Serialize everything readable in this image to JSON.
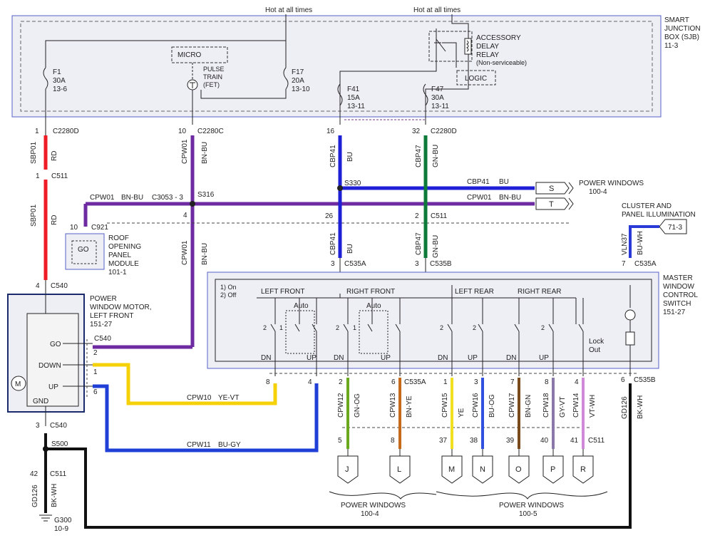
{
  "colors": {
    "RD": "#ee1c25",
    "BU": "#1f1fd6",
    "GN_BU": "#0d7a3a",
    "BN_BU": "#6e2aa0",
    "YE_VT": "#f5d10a",
    "BU_GY": "#1f3fd6",
    "BK_WH": "#111111",
    "GN_OG": "#6aa81e",
    "BN_YE": "#c46a1a",
    "YE": "#f0e020",
    "BU_OG": "#3050e0",
    "BN_GN": "#7a4a1c",
    "GY_VT": "#8a78a8",
    "VT_WH": "#d088d8",
    "BU_WH": "#2a3ad6",
    "box_border": "#5560c8",
    "box_fill": "#eeeff5"
  },
  "power": {
    "hot_left": "Hot at all times",
    "hot_right": "Hot at all times"
  },
  "sjb": {
    "title_line1": "SMART",
    "title_line2": "JUNCTION",
    "title_line3": "BOX (SJB)",
    "ref": "11-3",
    "micro": "MICRO",
    "pulse_line1": "PULSE",
    "pulse_line2": "TRAIN",
    "pulse_line3": "(FET)",
    "relay_line1": "ACCESSORY",
    "relay_line2": "DELAY",
    "relay_line3": "RELAY",
    "relay_line4": "(Non-serviceable)",
    "logic": "LOGIC",
    "f1": {
      "name": "F1",
      "amp": "30A",
      "ref": "13-6"
    },
    "f17": {
      "name": "F17",
      "amp": "20A",
      "ref": "13-10"
    },
    "f41": {
      "name": "F41",
      "amp": "15A",
      "ref": "13-11"
    },
    "f47": {
      "name": "F47",
      "amp": "30A",
      "ref": "13-11"
    }
  },
  "connectors": {
    "c2280d_1": {
      "pin": "1",
      "name": "C2280D"
    },
    "c2280c_10": {
      "pin": "10",
      "name": "C2280C"
    },
    "c2280d_16": {
      "pin": "16"
    },
    "c2280d_32": {
      "pin": "32",
      "name": "C2280D"
    },
    "c511_1": {
      "pin": "1",
      "name": "C511"
    },
    "c3053": "C3053 - 3",
    "s316": "S316",
    "s330": "S330",
    "c921": {
      "pin": "10",
      "name": "C921"
    },
    "pin4_s316": "4",
    "c511_26": "26",
    "c511_2": {
      "pin": "2",
      "name": "C511"
    },
    "c535a_3l": "3",
    "c535a": "C535A",
    "c535b_3": {
      "pin": "3",
      "name": "C535B"
    },
    "c540_4": {
      "pin": "4",
      "name": "C540"
    },
    "c540_top": "C540",
    "c540_go_pin": "2",
    "c540_down_pin": "1",
    "c540_up_pin": "6",
    "c540_3": {
      "pin": "3",
      "name": "C540"
    },
    "s500": "S500",
    "c511_42": {
      "pin": "42",
      "name": "C511"
    },
    "c535a_7": {
      "pin": "7",
      "name": "C535A"
    },
    "c535a_bottom": "C535A",
    "c535b_bottom": {
      "pin": "6",
      "name": "C535B"
    },
    "c511_bottom": "C511",
    "ground": {
      "name": "G300",
      "ref": "10-9"
    }
  },
  "wires": {
    "sbp01_top": {
      "circuit": "SBP01",
      "color": "RD"
    },
    "sbp01_bottom": {
      "circuit": "SBP01",
      "color": "RD"
    },
    "cpw01_top": {
      "circuit": "CPW01",
      "color": "BN-BU"
    },
    "cpw01_horiz": {
      "circuit": "CPW01",
      "color": "BN-BU"
    },
    "cpw01_lower": {
      "circuit": "CPW01",
      "color": "BN-BU"
    },
    "cbp41_top": {
      "circuit": "CBP41",
      "color": "BU"
    },
    "cbp41_horiz": {
      "circuit": "CBP41",
      "color": "BU"
    },
    "cbp41_lower": {
      "circuit": "CBP41",
      "color": "BU"
    },
    "cbp47_top": {
      "circuit": "CBP47",
      "color": "GN-BU"
    },
    "cbp47_lower": {
      "circuit": "CBP47",
      "color": "GN-BU"
    },
    "cpw01_right": {
      "circuit": "CPW01",
      "color": "BN-BU"
    },
    "vln37": {
      "circuit": "VLN37",
      "color": "BU-WH"
    },
    "cpw10": {
      "circuit": "CPW10",
      "color": "YE-VT"
    },
    "cpw11": {
      "circuit": "CPW11",
      "color": "BU-GY"
    },
    "gd126_left": {
      "circuit": "GD126",
      "color": "BK-WH"
    },
    "gd126_right": {
      "circuit": "GD126",
      "color": "BK-WH"
    },
    "cpw12": {
      "circuit": "CPW12",
      "color": "GN-OG"
    },
    "cpw13": {
      "circuit": "CPW13",
      "color": "BN-YE"
    },
    "cpw15": {
      "circuit": "CPW15",
      "color": "YE"
    },
    "cpw16": {
      "circuit": "CPW16",
      "color": "BU-OG"
    },
    "cpw17": {
      "circuit": "CPW17",
      "color": "BN-GN"
    },
    "cpw18": {
      "circuit": "CPW18",
      "color": "GY-VT"
    },
    "cpw14": {
      "circuit": "CPW14",
      "color": "VT-WH"
    }
  },
  "power_windows_top": {
    "label": "POWER WINDOWS",
    "ref": "100-4",
    "s": "S",
    "t": "T"
  },
  "cluster": {
    "line1": "CLUSTER AND",
    "line2": "PANEL ILLUMINATION",
    "ref": "71-3"
  },
  "roof": {
    "line1": "ROOF",
    "line2": "OPENING",
    "line3": "PANEL",
    "line4": "MODULE",
    "ref": "101-1",
    "go": "GO"
  },
  "motor": {
    "line1": "POWER",
    "line2": "WINDOW MOTOR,",
    "line3": "LEFT FRONT",
    "ref": "151-27",
    "go": "GO",
    "down": "DOWN",
    "up": "UP",
    "gnd": "GND"
  },
  "mwcs": {
    "line1": "MASTER",
    "line2": "WINDOW",
    "line3": "CONTROL",
    "line4": "SWITCH",
    "ref": "151-27",
    "legend1": "1) On",
    "legend2": "2) Off",
    "left_front": "LEFT FRONT",
    "right_front": "RIGHT FRONT",
    "left_rear": "LEFT REAR",
    "right_rear": "RIGHT REAR",
    "auto": "Auto",
    "lock1": "Lock",
    "lock2": "Out",
    "dn": "DN",
    "up": "UP",
    "n1": "1",
    "n2": "2"
  },
  "lower_pins": {
    "p8": "8",
    "p4": "4",
    "p2": "2",
    "p6": "6",
    "p1": "1",
    "p3": "3",
    "p7": "7",
    "p5": "5",
    "p37": "37",
    "p38": "38",
    "p39": "39",
    "p40": "40",
    "p41": "41"
  },
  "bottom_connectors": {
    "j": "J",
    "l": "L",
    "m": "M",
    "n": "N",
    "o": "O",
    "p": "P",
    "r": "R"
  },
  "pw_bottom_left": {
    "label": "POWER WINDOWS",
    "ref": "100-4"
  },
  "pw_bottom_right": {
    "label": "POWER WINDOWS",
    "ref": "100-5"
  }
}
